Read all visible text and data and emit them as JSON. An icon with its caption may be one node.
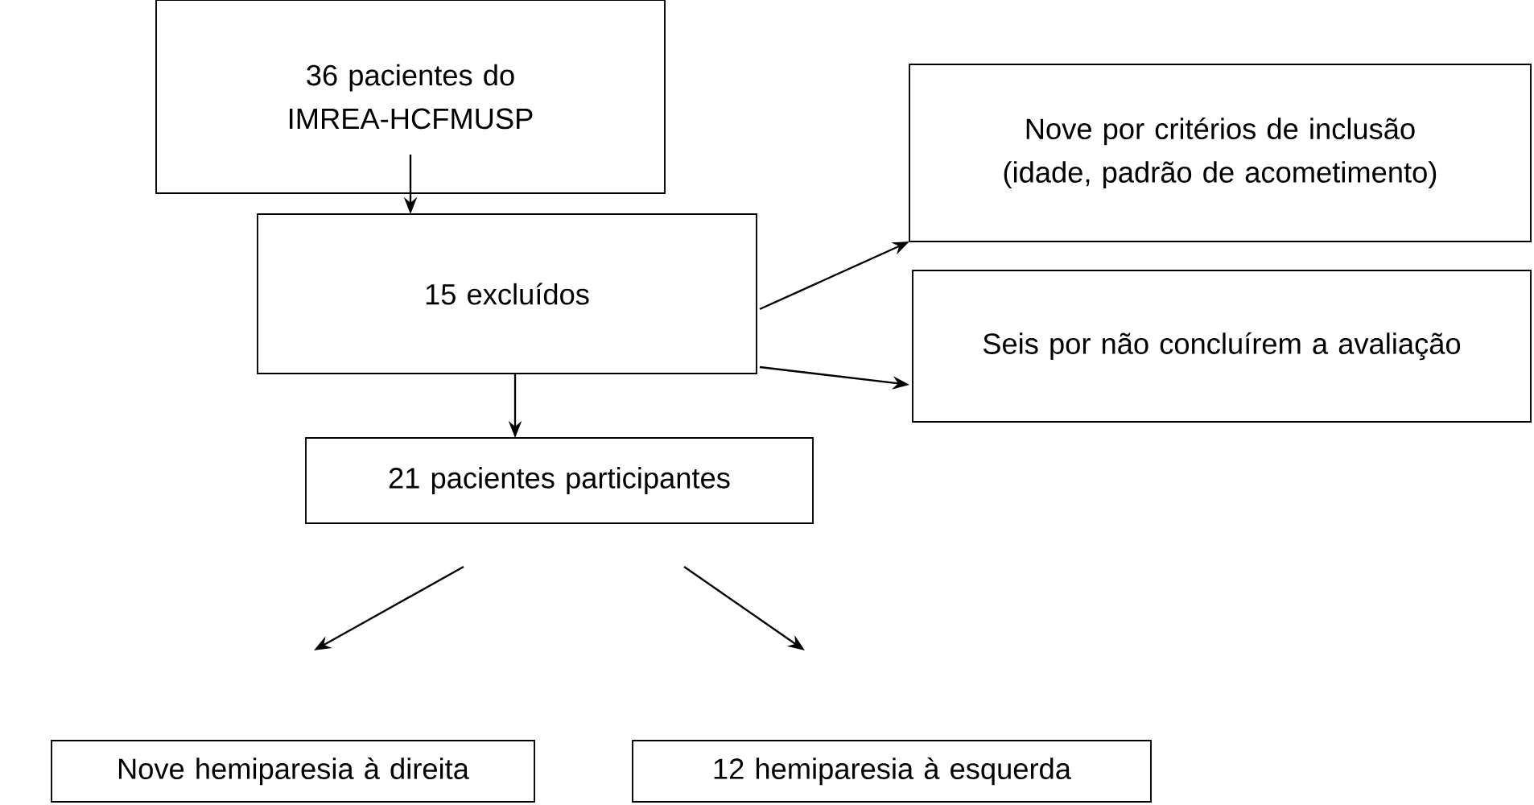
{
  "diagram": {
    "nodes": [
      {
        "text": [
          "36 pacientes do IMREA-HCFMUSP"
        ]
      },
      {
        "text": [
          "15 excluídos"
        ]
      },
      {
        "text": [
          "Nove por critérios de inclusão (idade, padrão de acometimento)"
        ]
      },
      {
        "text": [
          "Seis por não concluírem a avaliação"
        ]
      },
      {
        "text": [
          "21 pacientes participantes"
        ]
      },
      {
        "text": [
          "Nove hemiparesia à direita"
        ]
      },
      {
        "text": [
          "12 hemiparesia à esquerda"
        ]
      }
    ],
    "edges": [
      {
        "from": 0,
        "to": 1,
        "arrow": "to"
      },
      {
        "from": 1,
        "to": 2,
        "arrow": "to"
      },
      {
        "from": 1,
        "to": 3,
        "arrow": "to"
      },
      {
        "from": 1,
        "to": 4,
        "arrow": "to"
      },
      {
        "from": 4,
        "to": 5,
        "arrow": "to"
      },
      {
        "from": 4,
        "to": 6,
        "arrow": "to"
      }
    ]
  }
}
